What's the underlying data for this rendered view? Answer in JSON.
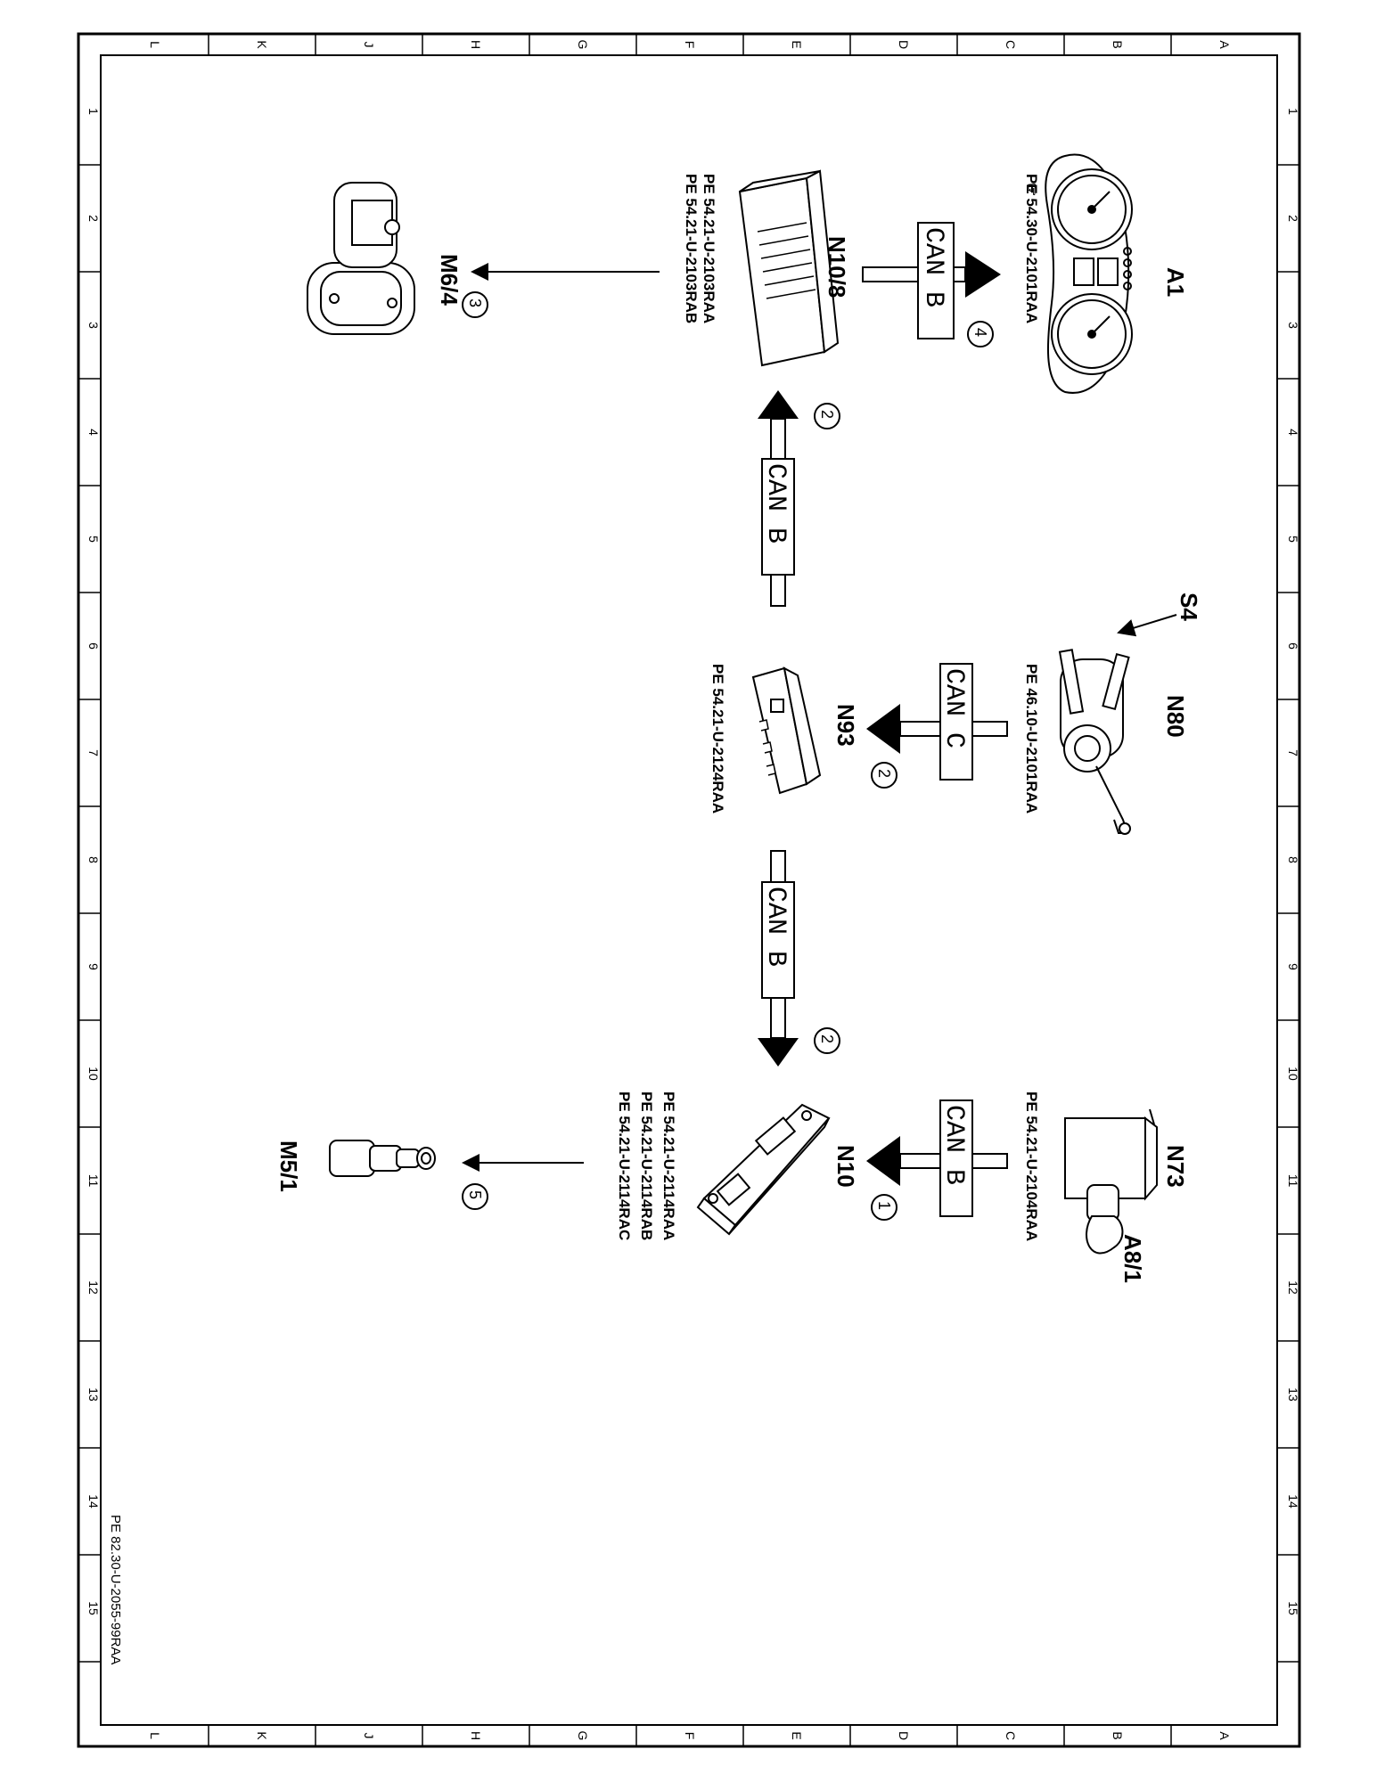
{
  "grid": {
    "rows": [
      "L",
      "K",
      "J",
      "H",
      "G",
      "F",
      "E",
      "D",
      "C",
      "B",
      "A"
    ],
    "columns": [
      "1",
      "2",
      "3",
      "4",
      "5",
      "6",
      "7",
      "8",
      "9",
      "10",
      "11",
      "12",
      "13",
      "14",
      "15"
    ]
  },
  "components": {
    "a1": {
      "label": "A1",
      "ref": "PE 54.30-U-2101RAA"
    },
    "n10_8": {
      "label": "N10/8",
      "ref1": "PE 54.21-U-2103RAA",
      "ref2": "PE 54.21-U-2103RAB"
    },
    "m6_4": {
      "label": "M6/4"
    },
    "s4": {
      "label": "S4"
    },
    "n80": {
      "label": "N80",
      "ref": "PE 46.10-U-2101RAA"
    },
    "n93": {
      "label": "N93",
      "ref": "PE 54.21-U-2124RAA"
    },
    "n73": {
      "label": "N73",
      "ref": "PE 54.21-U-2104RAA"
    },
    "a8_1": {
      "label": "A8/1"
    },
    "n10": {
      "label": "N10",
      "ref1": "PE 54.21-U-2114RAA",
      "ref2": "PE 54.21-U-2114RAB",
      "ref3": "PE 54.21-U-2114RAC"
    },
    "m5_1": {
      "label": "M5/1"
    }
  },
  "bus_labels": {
    "can_b_1": "CAN B",
    "can_b_2": "CAN B",
    "can_b_3": "CAN B",
    "can_b_4": "CAN B",
    "can_c": "CAN C"
  },
  "step_numbers": {
    "s4_arrow": "4",
    "s2_top": "2",
    "s3": "3",
    "s2_mid": "2",
    "s2_low": "2",
    "s1": "1",
    "s5": "5"
  },
  "document_id": "PE 82.30-U-2055-99RAA"
}
